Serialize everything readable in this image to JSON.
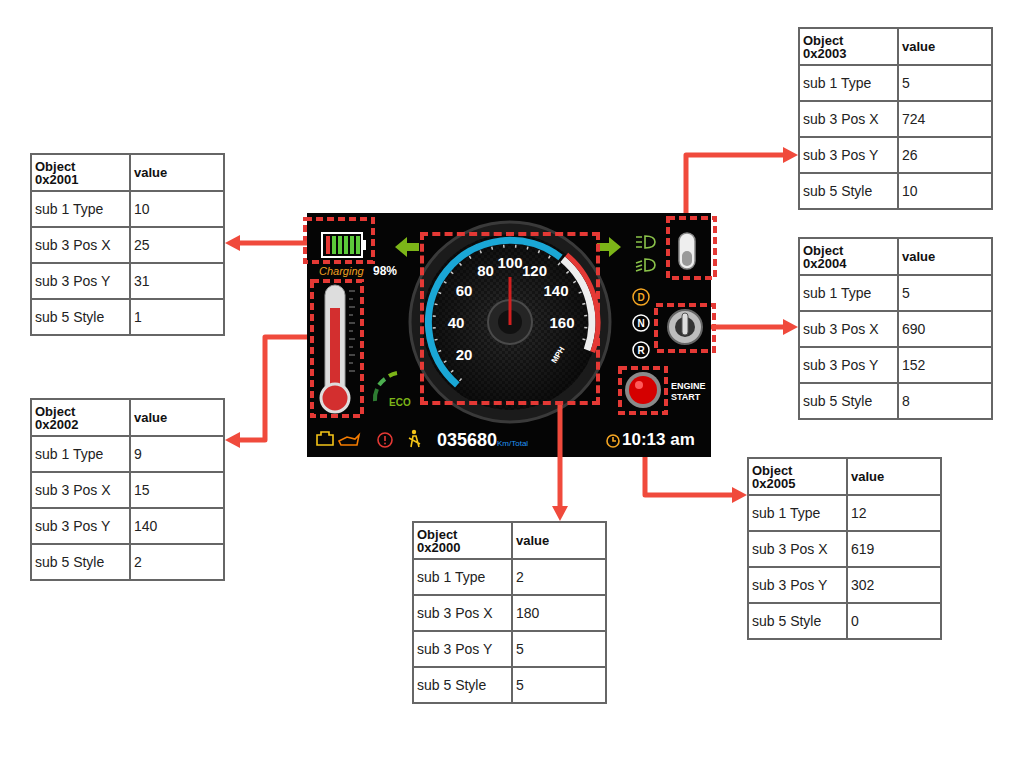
{
  "diagram": {
    "nodes": [
      {
        "text": [
          "Charging",
          "98%",
          "ECO",
          "D",
          "N",
          "R",
          "ENGINE START",
          "035680",
          "Km/Total",
          "10:13 am"
        ]
      },
      {
        "text": [
          "20",
          "40",
          "60",
          "80",
          "100",
          "120",
          "140",
          "160",
          "MPH"
        ],
        "in": 0
      },
      {
        "text": [
          "Object 0x2001",
          "value",
          "sub 1 Type",
          "10",
          "sub 3 Pos X",
          "25",
          "sub 3 Pos Y",
          "31",
          "sub 5 Style",
          "1"
        ]
      },
      {
        "text": [
          "Object 0x2002",
          "value",
          "sub 1 Type",
          "9",
          "sub 3 Pos X",
          "15",
          "sub 3 Pos Y",
          "140",
          "sub 5 Style",
          "2"
        ]
      },
      {
        "text": [
          "Object 0x2000",
          "value",
          "sub 1 Type",
          "2",
          "sub 3 Pos X",
          "180",
          "sub 3 Pos Y",
          "5",
          "sub 5 Style",
          "5"
        ]
      },
      {
        "text": [
          "Object 0x2003",
          "value",
          "sub 1 Type",
          "5",
          "sub 3 Pos X",
          "724",
          "sub 3 Pos Y",
          "26",
          "sub 5 Style",
          "10"
        ]
      },
      {
        "text": [
          "Object 0x2004",
          "value",
          "sub 1 Type",
          "5",
          "sub 3 Pos X",
          "690",
          "sub 3 Pos Y",
          "152",
          "sub 5 Style",
          "8"
        ]
      },
      {
        "text": [
          "Object 0x2005",
          "value",
          "sub 1 Type",
          "12",
          "sub 3 Pos X",
          "619",
          "sub 3 Pos Y",
          "302",
          "sub 5 Style",
          "0"
        ]
      }
    ],
    "edges": [
      {
        "from": 0,
        "to": 2,
        "arrow": "to"
      },
      {
        "from": 0,
        "to": 3,
        "arrow": "to"
      },
      {
        "from": 1,
        "to": 4,
        "arrow": "to"
      },
      {
        "from": 0,
        "to": 5,
        "arrow": "to"
      },
      {
        "from": 0,
        "to": 6,
        "arrow": "to"
      },
      {
        "from": 0,
        "to": 7,
        "arrow": "to"
      }
    ]
  }
}
